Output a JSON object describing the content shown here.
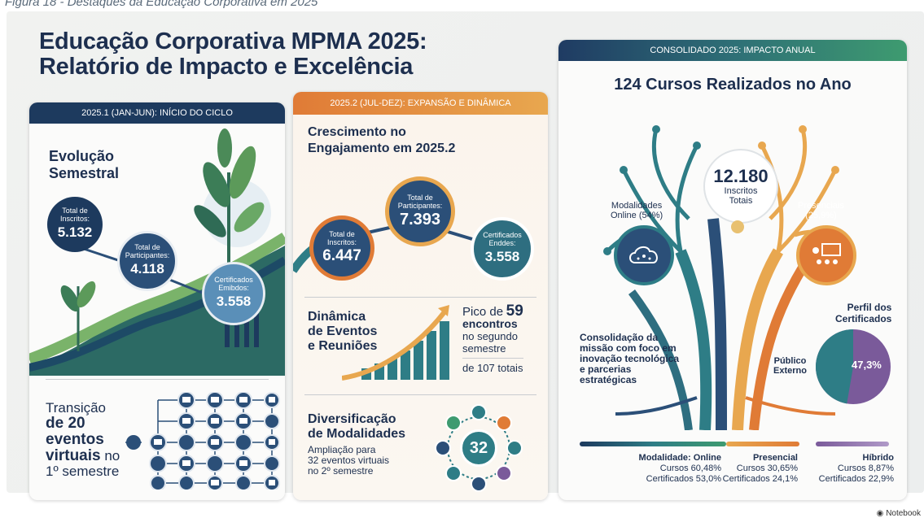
{
  "caption": "Figura 18 - Destaques da Educação Corporativa em 2025",
  "title_line1": "Educação Corporativa MPMA 2025:",
  "title_line2": "Relatório de Impacto e Excelência",
  "panel1": {
    "header": "2025.1 (JAN-JUN): INÍCIO DO CICLO",
    "section_title_1": "Evolução",
    "section_title_2": "Semestral",
    "b1_label_1": "Total de",
    "b1_label_2": "Inscritos:",
    "b1_value": "5.132",
    "b2_label_1": "Total de",
    "b2_label_2": "Participantes:",
    "b2_value": "4.118",
    "b3_label_1": "Certificados",
    "b3_label_2": "Emibdos:",
    "b3_value": "3.558",
    "transition_1": "Transição",
    "transition_2": "de 20",
    "transition_3": "eventos",
    "transition_4": "virtuais",
    "transition_5": "no",
    "transition_6": "1º semestre"
  },
  "panel2": {
    "header": "2025.2 (JUL-DEZ): EXPANSÃO E DINÂMICA",
    "title_1": "Crescimento no",
    "title_2": "Engajamento em 2025.2",
    "b1_label_1": "Total de",
    "b1_label_2": "Inscritos:",
    "b1_value": "6.447",
    "b2_label_1": "Total de",
    "b2_label_2": "Participantes:",
    "b2_value": "7.393",
    "b3_label_1": "Certificados",
    "b3_label_2": "Enddes:",
    "b3_value": "3.558",
    "dyn_1": "Dinâmica",
    "dyn_2": "de Eventos",
    "dyn_3": "e Reuniões",
    "peak_pre": "Pico de",
    "peak_num": "59",
    "peak_2": "encontros",
    "peak_3": "no segundo",
    "peak_4": "semestre",
    "peak_total": "de 107 totais",
    "div_1": "Diversificação",
    "div_2": "de Modalidades",
    "div_desc_1": "Ampliação para",
    "div_desc_2": "32 eventos virtuais",
    "div_desc_3": "no 2º semestre",
    "div_center": "32"
  },
  "panel3": {
    "header": "CONSOLIDADO 2025: IMPACTO ANUAL",
    "title": "124 Cursos Realizados no Ano",
    "center_value": "12.180",
    "center_label_1": "Inscritos",
    "center_label_2": "Totais",
    "online_1": "Modalidades",
    "online_2": "Online (54%)",
    "presencial_1": "Presenciais",
    "presencial_2": "(25,9%)",
    "perfil_1": "Perfil dos",
    "perfil_2": "Certificados",
    "publico_1": "Público",
    "publico_2": "Externo",
    "pie_value": "47,3%",
    "mission_1": "Consolidação da",
    "mission_2": "missão com foco em",
    "mission_3": "inovação tecnológica",
    "mission_4": "e parcerias",
    "mission_5": "estratégicas",
    "online_title": "Modalidade: Online",
    "online_cursos": "Cursos 60,48%",
    "online_cert": "Certificados 53,0%",
    "pres_title": "Presencial",
    "pres_cursos": "Cursos 30,65%",
    "pres_cert": "Certificados 24,1%",
    "hib_title": "Híbrido",
    "hib_cursos": "Cursos 8,87%",
    "hib_cert": "Certificados 22,9%"
  },
  "footer": "Notebook",
  "colors": {
    "navy": "#1d3a5e",
    "teal": "#2e7d86",
    "orange": "#e07b36",
    "green": "#3e9b70",
    "purple": "#7a5a9a"
  },
  "pie_fraction": 0.473
}
